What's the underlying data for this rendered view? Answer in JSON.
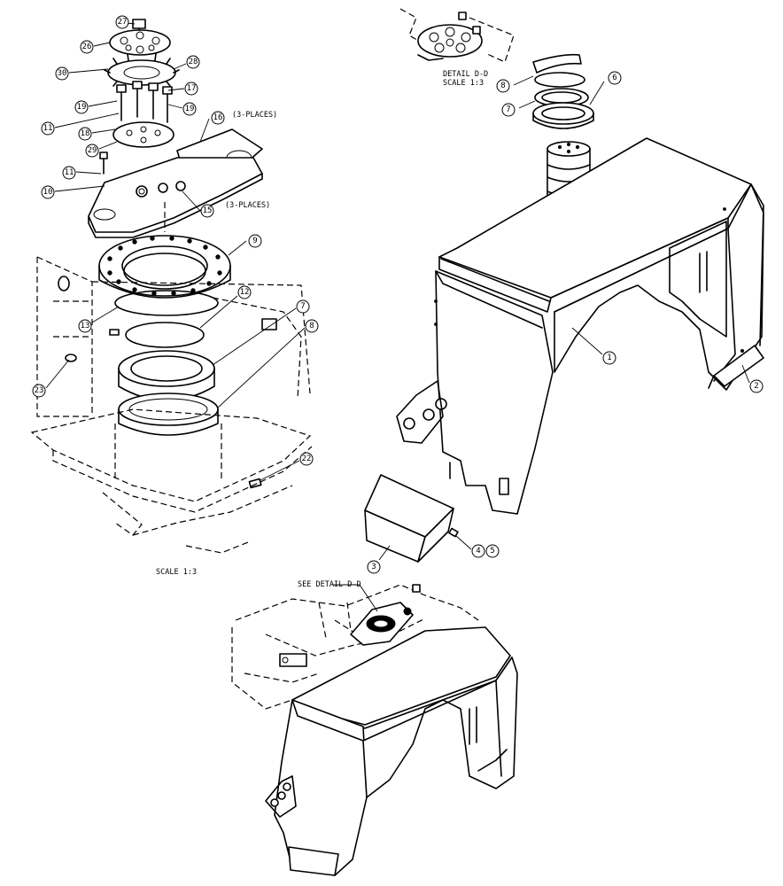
{
  "callouts": {
    "c27": "27",
    "c26": "26",
    "c30": "30",
    "c28": "28",
    "c17": "17",
    "c19a": "19",
    "c19b": "19",
    "c11a": "11",
    "c18": "18",
    "c29": "29",
    "c16": "16",
    "c11b": "11",
    "c10": "10",
    "c15": "15",
    "c9": "9",
    "c12": "12",
    "c7a": "7",
    "c8a": "8",
    "c13": "13",
    "c23": "23",
    "c22": "22",
    "c8b": "8",
    "c6": "6",
    "c7b": "7",
    "c1": "1",
    "c2": "2",
    "c3": "3",
    "c4": "4",
    "c5": "5"
  },
  "notes": {
    "three_places_top": "(3-PLACES)",
    "three_places_bottom": "(3-PLACES)",
    "detail_title": "DETAIL  D-D",
    "detail_scale": "SCALE  1:3",
    "left_scale": "SCALE  1:3",
    "see_detail": "SEE DETAIL  D-D"
  }
}
